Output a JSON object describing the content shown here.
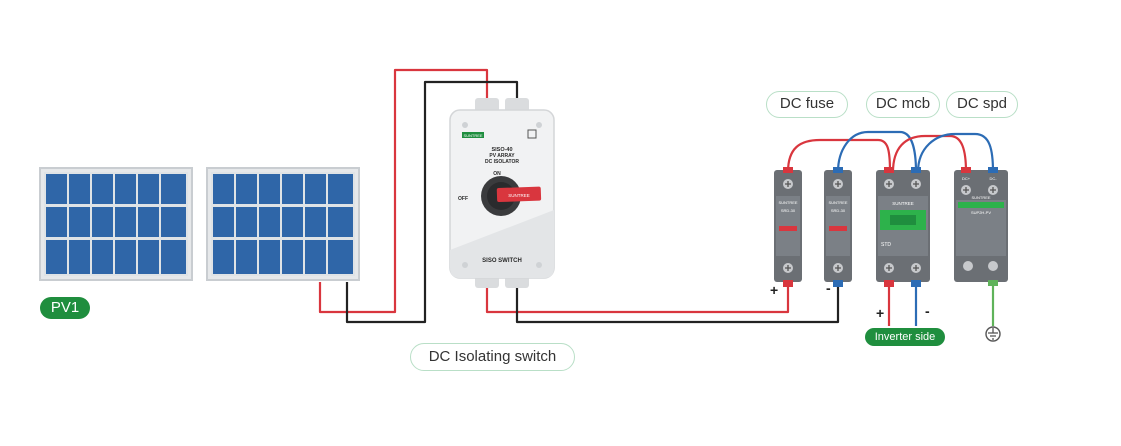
{
  "colors": {
    "positive_wire": "#d9363e",
    "negative_wire": "#222222",
    "blue_wire": "#2c6cb5",
    "ground_wire": "#5fb35a",
    "brand_green": "#1f8e3e",
    "panel_blue": "#2f66a8",
    "device_gray": "#6b6f74"
  },
  "labels": {
    "pv": "PV1",
    "isolating_switch": "DC Isolating switch",
    "dc_fuse": "DC fuse",
    "dc_mcb": "DC mcb",
    "dc_spd": "DC spd",
    "inverter_side": "Inverter side"
  },
  "polarity": {
    "fuse_plus": "+",
    "fuse_minus": "-",
    "mcb_plus": "+",
    "mcb_minus": "-"
  },
  "isolator": {
    "brand": "SUNTREE",
    "model": "SISO-40",
    "line2": "PV ARRAY",
    "line3": "DC ISOLATOR",
    "on_label": "ON",
    "off_label": "OFF",
    "bottom_label": "SISO SWITCH",
    "knob_brand": "SUNTREE"
  },
  "devices": {
    "fuse_brand": "SUNTREE",
    "fuse_model": "SRD-30",
    "mcb_brand": "SUNTREE",
    "mcb_model": "STD",
    "spd_brand": "SUNTREE",
    "spd_model": "SUP2H-PV",
    "spd_term_plus": "DC+",
    "spd_term_minus": "DC-"
  }
}
